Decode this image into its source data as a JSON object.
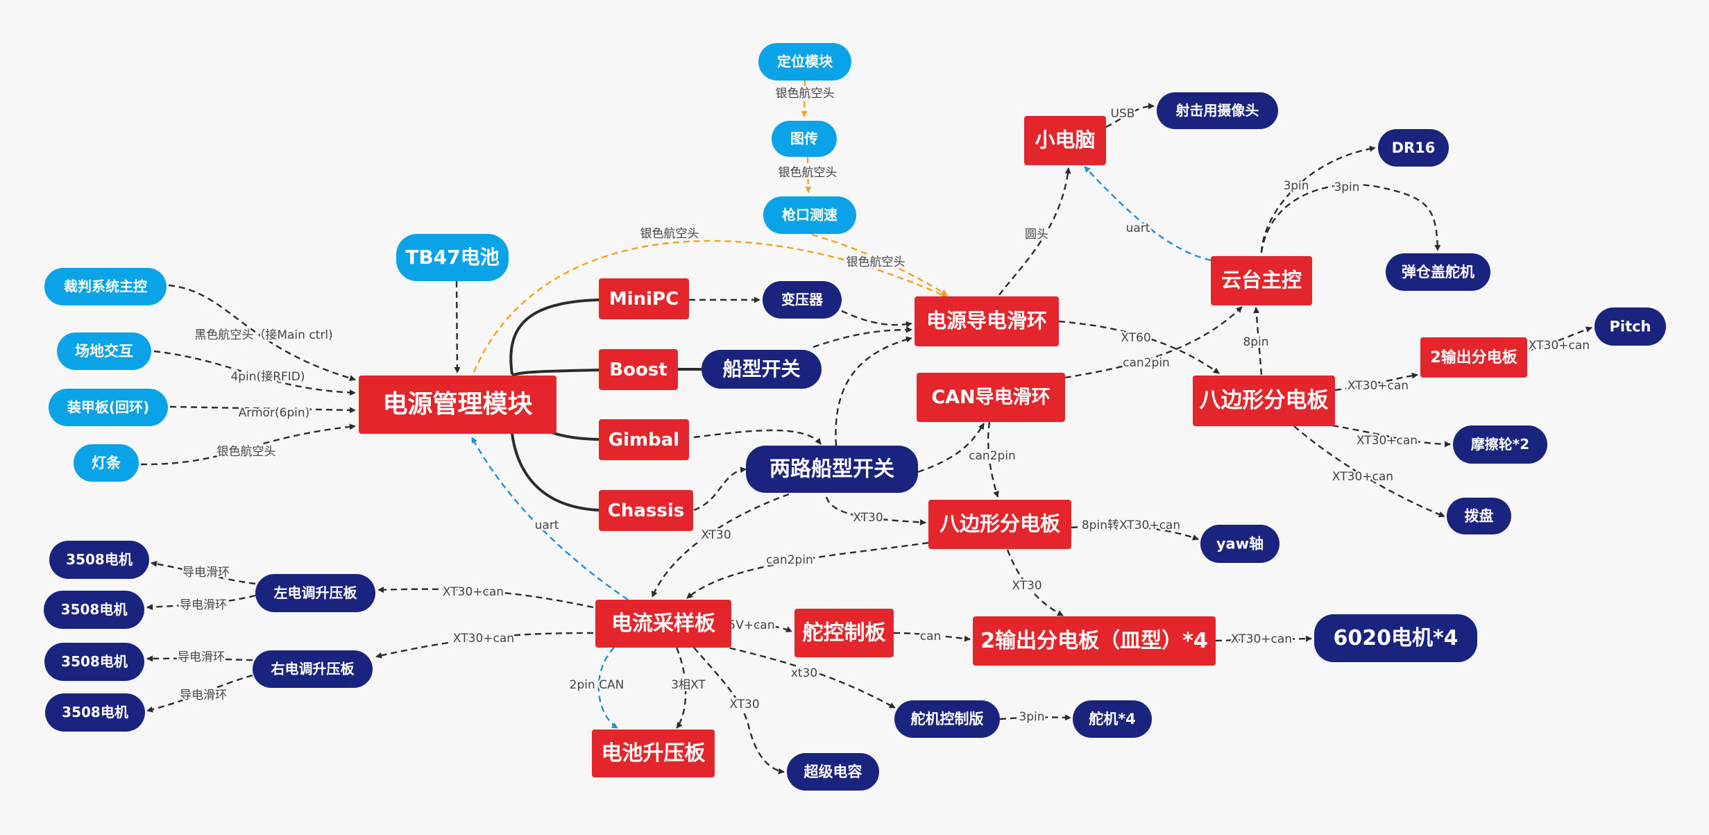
{
  "colors": {
    "red": "#e3262b",
    "blue": "#0aa3e8",
    "navy": "#1a237e",
    "orange": "#f3a21b",
    "dark": "#2b2b2b",
    "uart": "#1f8fd0",
    "text": "#444444"
  },
  "nodes": [
    {
      "id": "power-mgmt",
      "label": "电源管理模块",
      "style": "red"
    },
    {
      "id": "tb47",
      "label": "TB47电池",
      "style": "blue"
    },
    {
      "id": "referee",
      "label": "裁判系统主控",
      "style": "blue"
    },
    {
      "id": "field",
      "label": "场地交互",
      "style": "blue"
    },
    {
      "id": "armor",
      "label": "装甲板(回环)",
      "style": "blue"
    },
    {
      "id": "lightbar",
      "label": "灯条",
      "style": "blue"
    },
    {
      "id": "locator",
      "label": "定位模块",
      "style": "blue"
    },
    {
      "id": "vtx",
      "label": "图传",
      "style": "blue"
    },
    {
      "id": "muzzle",
      "label": "枪口测速",
      "style": "blue"
    },
    {
      "id": "minipc",
      "label": "MiniPC",
      "style": "red"
    },
    {
      "id": "boost",
      "label": "Boost",
      "style": "red"
    },
    {
      "id": "gimbal",
      "label": "Gimbal",
      "style": "red"
    },
    {
      "id": "chassis",
      "label": "Chassis",
      "style": "red"
    },
    {
      "id": "transformer",
      "label": "变压器",
      "style": "navy"
    },
    {
      "id": "boat-switch",
      "label": "船型开关",
      "style": "navy"
    },
    {
      "id": "dual-switch",
      "label": "两路船型开关",
      "style": "navy"
    },
    {
      "id": "power-slip",
      "label": "电源导电滑环",
      "style": "red"
    },
    {
      "id": "can-slip",
      "label": "CAN导电滑环",
      "style": "red"
    },
    {
      "id": "mini-pc",
      "label": "小电脑",
      "style": "red"
    },
    {
      "id": "camera",
      "label": "射击用摄像头",
      "style": "navy"
    },
    {
      "id": "gimbal-ctrl",
      "label": "云台主控",
      "style": "red"
    },
    {
      "id": "dr16",
      "label": "DR16",
      "style": "navy"
    },
    {
      "id": "hopper-servo",
      "label": "弹仓盖舵机",
      "style": "navy"
    },
    {
      "id": "octa-top",
      "label": "八边形分电板",
      "style": "red"
    },
    {
      "id": "split2-top",
      "label": "2输出分电板",
      "style": "red"
    },
    {
      "id": "pitch",
      "label": "Pitch",
      "style": "navy"
    },
    {
      "id": "friction",
      "label": "摩擦轮*2",
      "style": "navy"
    },
    {
      "id": "dial",
      "label": "拨盘",
      "style": "navy"
    },
    {
      "id": "octa-mid",
      "label": "八边形分电板",
      "style": "red"
    },
    {
      "id": "yaw",
      "label": "yaw轴",
      "style": "navy"
    },
    {
      "id": "split2-dish",
      "label": "2输出分电板（皿型）*4",
      "style": "red"
    },
    {
      "id": "m6020",
      "label": "6020电机*4",
      "style": "navy"
    },
    {
      "id": "current",
      "label": "电流采样板",
      "style": "red"
    },
    {
      "id": "steer-board",
      "label": "舵控制板",
      "style": "red"
    },
    {
      "id": "servo-board",
      "label": "舵机控制版",
      "style": "navy"
    },
    {
      "id": "servo4",
      "label": "舵机*4",
      "style": "navy"
    },
    {
      "id": "battery-boost",
      "label": "电池升压板",
      "style": "red"
    },
    {
      "id": "supercap",
      "label": "超级电容",
      "style": "navy"
    },
    {
      "id": "left-esc",
      "label": "左电调升压板",
      "style": "navy"
    },
    {
      "id": "right-esc",
      "label": "右电调升压板",
      "style": "navy"
    },
    {
      "id": "m3508-1",
      "label": "3508电机",
      "style": "navy"
    },
    {
      "id": "m3508-2",
      "label": "3508电机",
      "style": "navy"
    },
    {
      "id": "m3508-3",
      "label": "3508电机",
      "style": "navy"
    },
    {
      "id": "m3508-4",
      "label": "3508电机",
      "style": "navy"
    }
  ],
  "edges": [
    {
      "id": "e1",
      "label": "黑色航空头（接Main ctrl)"
    },
    {
      "id": "e2",
      "label": "4pin(接RFID)"
    },
    {
      "id": "e3",
      "label": "Armor(6pin)"
    },
    {
      "id": "e4",
      "label": "银色航空头"
    },
    {
      "id": "e5",
      "label": ""
    },
    {
      "id": "e6",
      "label": "银色航空头"
    },
    {
      "id": "e7",
      "label": "银色航空头"
    },
    {
      "id": "e8",
      "label": "银色航空头"
    },
    {
      "id": "e9",
      "label": "银色航空头"
    },
    {
      "id": "e10",
      "label": ""
    },
    {
      "id": "e11",
      "label": ""
    },
    {
      "id": "e12",
      "label": ""
    },
    {
      "id": "e13",
      "label": ""
    },
    {
      "id": "e14",
      "label": ""
    },
    {
      "id": "e15",
      "label": ""
    },
    {
      "id": "e16",
      "label": ""
    },
    {
      "id": "e17",
      "label": ""
    },
    {
      "id": "e18",
      "label": ""
    },
    {
      "id": "e19",
      "label": "圆头"
    },
    {
      "id": "e20",
      "label": "USB"
    },
    {
      "id": "e21",
      "label": "uart"
    },
    {
      "id": "e22",
      "label": "3pin"
    },
    {
      "id": "e23",
      "label": "3pin"
    },
    {
      "id": "e24",
      "label": "XT60"
    },
    {
      "id": "e25",
      "label": "can2pin"
    },
    {
      "id": "e26",
      "label": "8pin"
    },
    {
      "id": "e27",
      "label": "XT30+can"
    },
    {
      "id": "e28",
      "label": "XT30+can"
    },
    {
      "id": "e29",
      "label": "XT30+can"
    },
    {
      "id": "e30",
      "label": "XT30+can"
    },
    {
      "id": "e31",
      "label": "can2pin"
    },
    {
      "id": "e32",
      "label": "XT30"
    },
    {
      "id": "e33",
      "label": "8pin转XT30+can"
    },
    {
      "id": "e34",
      "label": "XT30"
    },
    {
      "id": "e35",
      "label": "XT30+can"
    },
    {
      "id": "e36",
      "label": "XT30"
    },
    {
      "id": "e37",
      "label": "can2pin"
    },
    {
      "id": "e38",
      "label": "uart"
    },
    {
      "id": "e39",
      "label": "5V+can"
    },
    {
      "id": "e40",
      "label": "can"
    },
    {
      "id": "e41",
      "label": "xt30"
    },
    {
      "id": "e42",
      "label": "3pin"
    },
    {
      "id": "e43",
      "label": "2pin CAN"
    },
    {
      "id": "e44",
      "label": "3相XT"
    },
    {
      "id": "e45",
      "label": "XT30"
    },
    {
      "id": "e46",
      "label": "XT30+can"
    },
    {
      "id": "e47",
      "label": "XT30+can"
    },
    {
      "id": "e48",
      "label": "导电滑环"
    },
    {
      "id": "e49",
      "label": "导电滑环"
    },
    {
      "id": "e50",
      "label": "导电滑环"
    },
    {
      "id": "e51",
      "label": "导电滑环"
    }
  ]
}
